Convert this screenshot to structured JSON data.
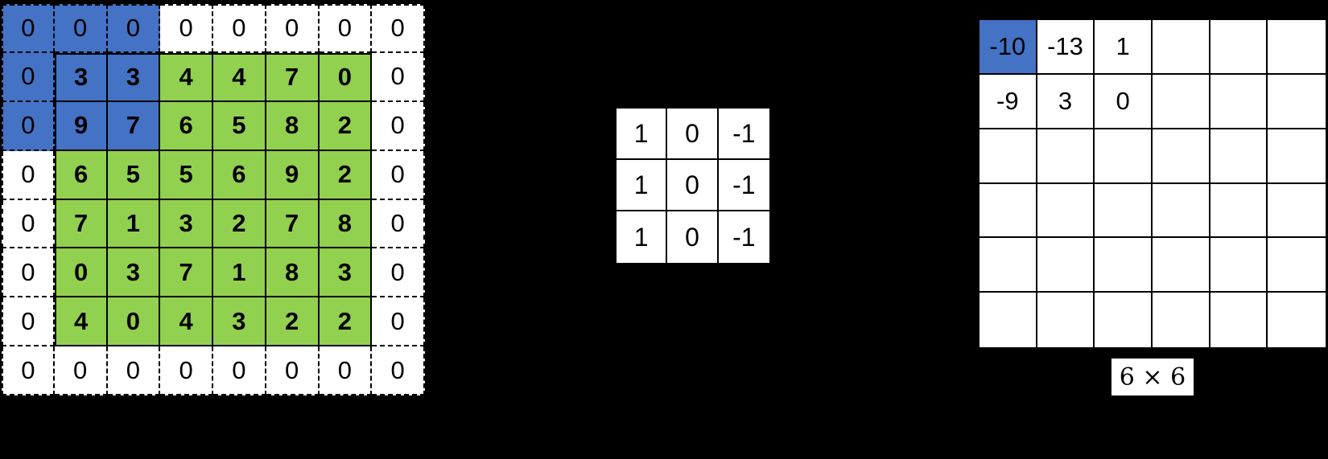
{
  "diagram": {
    "background_color": "#000000",
    "colors": {
      "receptive_field": "#4472C4",
      "original_image": "#92D050",
      "padding": "#FFFFFF",
      "cell_border": "#000000"
    }
  },
  "input": {
    "description": "8x8 zero-padded input (6x6 image with 1-pixel zero padding); top-left 3x3 highlighted blue as current receptive field, original 6x6 image in green",
    "rows": [
      [
        "0",
        "0",
        "0",
        "0",
        "0",
        "0",
        "0",
        "0"
      ],
      [
        "0",
        "3",
        "3",
        "4",
        "4",
        "7",
        "0",
        "0"
      ],
      [
        "0",
        "9",
        "7",
        "6",
        "5",
        "8",
        "2",
        "0"
      ],
      [
        "0",
        "6",
        "5",
        "5",
        "6",
        "9",
        "2",
        "0"
      ],
      [
        "0",
        "7",
        "1",
        "3",
        "2",
        "7",
        "8",
        "0"
      ],
      [
        "0",
        "0",
        "3",
        "7",
        "1",
        "8",
        "3",
        "0"
      ],
      [
        "0",
        "4",
        "0",
        "4",
        "3",
        "2",
        "2",
        "0"
      ],
      [
        "0",
        "0",
        "0",
        "0",
        "0",
        "0",
        "0",
        "0"
      ]
    ],
    "highlight": {
      "row_start": 0,
      "row_end": 2,
      "col_start": 0,
      "col_end": 2
    },
    "core": {
      "row_start": 1,
      "row_end": 6,
      "col_start": 1,
      "col_end": 6
    }
  },
  "kernel": {
    "rows": [
      [
        "1",
        "0",
        "-1"
      ],
      [
        "1",
        "0",
        "-1"
      ],
      [
        "1",
        "0",
        "-1"
      ]
    ]
  },
  "output": {
    "rows": [
      [
        "-10",
        "-13",
        "1",
        "",
        "",
        ""
      ],
      [
        "-9",
        "3",
        "0",
        "",
        "",
        ""
      ],
      [
        "",
        "",
        "",
        "",
        "",
        ""
      ],
      [
        "",
        "",
        "",
        "",
        "",
        ""
      ],
      [
        "",
        "",
        "",
        "",
        "",
        ""
      ],
      [
        "",
        "",
        "",
        "",
        "",
        ""
      ]
    ],
    "highlight": {
      "row": 0,
      "col": 0
    },
    "size_label": "6 × 6"
  }
}
